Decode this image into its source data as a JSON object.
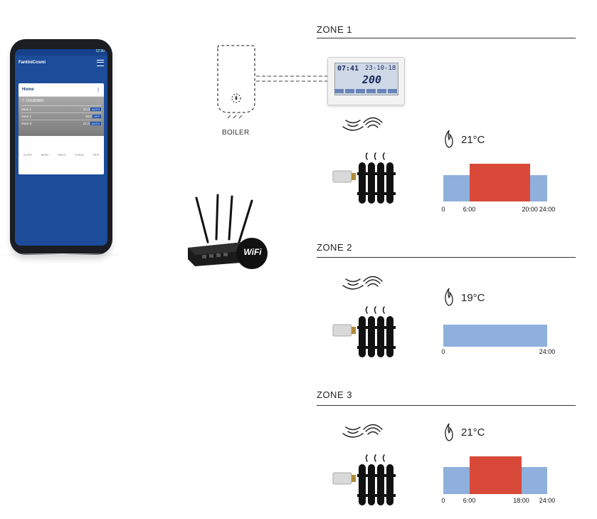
{
  "phone": {
    "status_time": "12:30",
    "brand": "FantiniCosmi",
    "home_label": "Home",
    "network_name": "CH180WiFi",
    "zones": [
      {
        "name": "Zone 1",
        "temp": "21.0",
        "mode": "AUTO"
      },
      {
        "name": "Zone 2",
        "temp": "19.0",
        "mode": "OFF"
      },
      {
        "name": "Zone 3",
        "temp": "21.0",
        "mode": "AUTO"
      }
    ],
    "modes": [
      "AUTO",
      "MAN",
      "HOLY",
      "CHLD",
      "OFF"
    ]
  },
  "boiler": {
    "label": "BOILER"
  },
  "thermostat": {
    "time": "07:41",
    "date": "23-10-18",
    "temperature": "200"
  },
  "router": {
    "wifi_logo": "WiFi"
  },
  "zones": [
    {
      "title": "ZONE 1",
      "temperature": "21°C",
      "ticks": [
        "0",
        "6:00",
        "20:00",
        "24:00"
      ],
      "tick_hours": [
        0,
        6,
        20,
        24
      ],
      "heating_from": 6,
      "heating_to": 20
    },
    {
      "title": "ZONE 2",
      "temperature": "19°C",
      "ticks": [
        "0",
        "24:00"
      ],
      "tick_hours": [
        0,
        24
      ],
      "heating_from": null,
      "heating_to": null
    },
    {
      "title": "ZONE 3",
      "temperature": "21°C",
      "ticks": [
        "0",
        "6:00",
        "18:00",
        "24:00"
      ],
      "tick_hours": [
        0,
        6,
        18,
        24
      ],
      "heating_from": 6,
      "heating_to": 18
    }
  ],
  "colors": {
    "base": "#8fb0dc",
    "heating": "#d8493a"
  },
  "icons": [
    "flame-icon",
    "signal-waves-icon",
    "radiator-icon",
    "thermostatic-valve-icon",
    "router-icon",
    "boiler-icon",
    "thermostat-icon",
    "smartphone"
  ]
}
